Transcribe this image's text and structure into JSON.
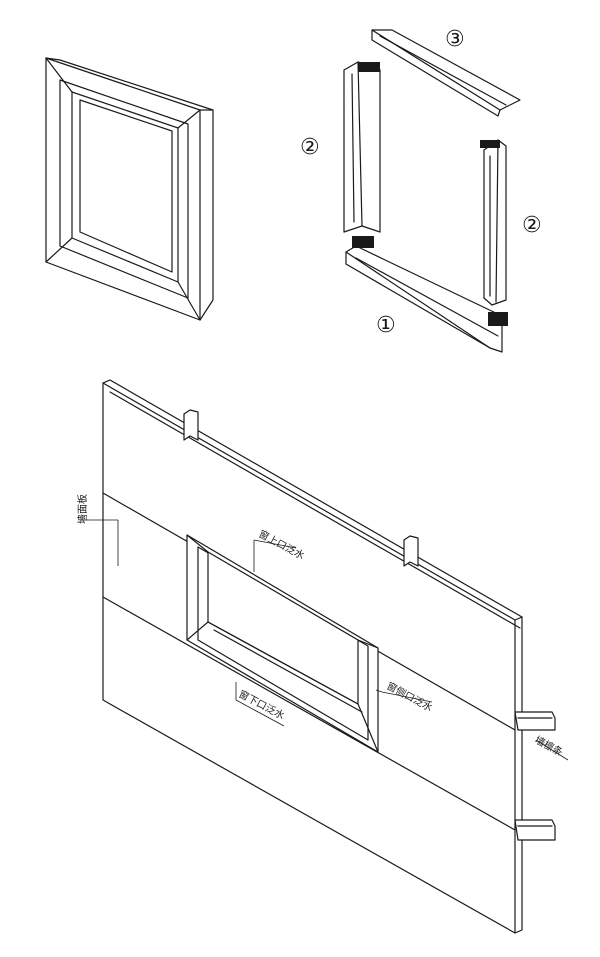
{
  "parts": {
    "bottom_sill_number": "①",
    "left_jamb_number": "②",
    "right_jamb_number": "②",
    "top_head_number": "③"
  },
  "callouts": {
    "panel_label": "墙面板",
    "window_head_trim": "窗上口泛水",
    "window_jamb_trim": "窗侧口泛水",
    "window_sill_trim": "窗下口泛水",
    "purlin_label": "墙檩条"
  }
}
